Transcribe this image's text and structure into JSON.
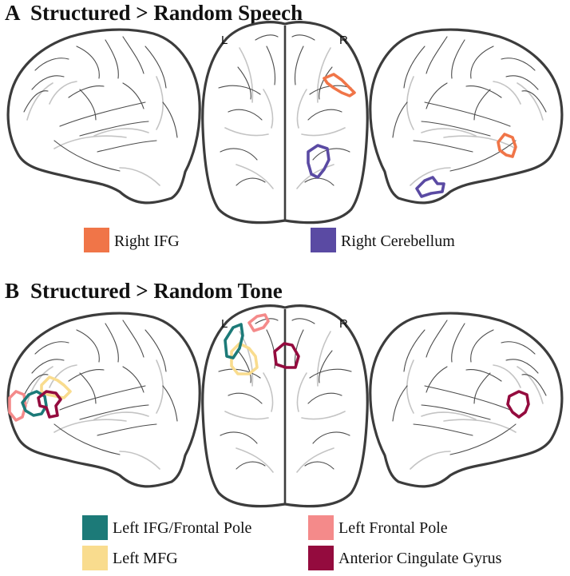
{
  "panels": [
    {
      "letter": "A",
      "title": "Structured > Random Speech",
      "hemi_left": "L",
      "hemi_right": "R",
      "regions": [
        {
          "name": "Right IFG",
          "color": "#f07548"
        },
        {
          "name": "Right Cerebellum",
          "color": "#5a4aa3"
        }
      ]
    },
    {
      "letter": "B",
      "title": "Structured > Random Tone",
      "hemi_left": "L",
      "hemi_right": "R",
      "regions": [
        {
          "name": "Left IFG/Frontal Pole",
          "color": "#1c7a78"
        },
        {
          "name": "Left Frontal Pole",
          "color": "#f48a8a"
        },
        {
          "name": "Left MFG",
          "color": "#f9dc8e"
        },
        {
          "name": "Anterior Cingulate Gyrus",
          "color": "#940b3e"
        }
      ]
    }
  ]
}
